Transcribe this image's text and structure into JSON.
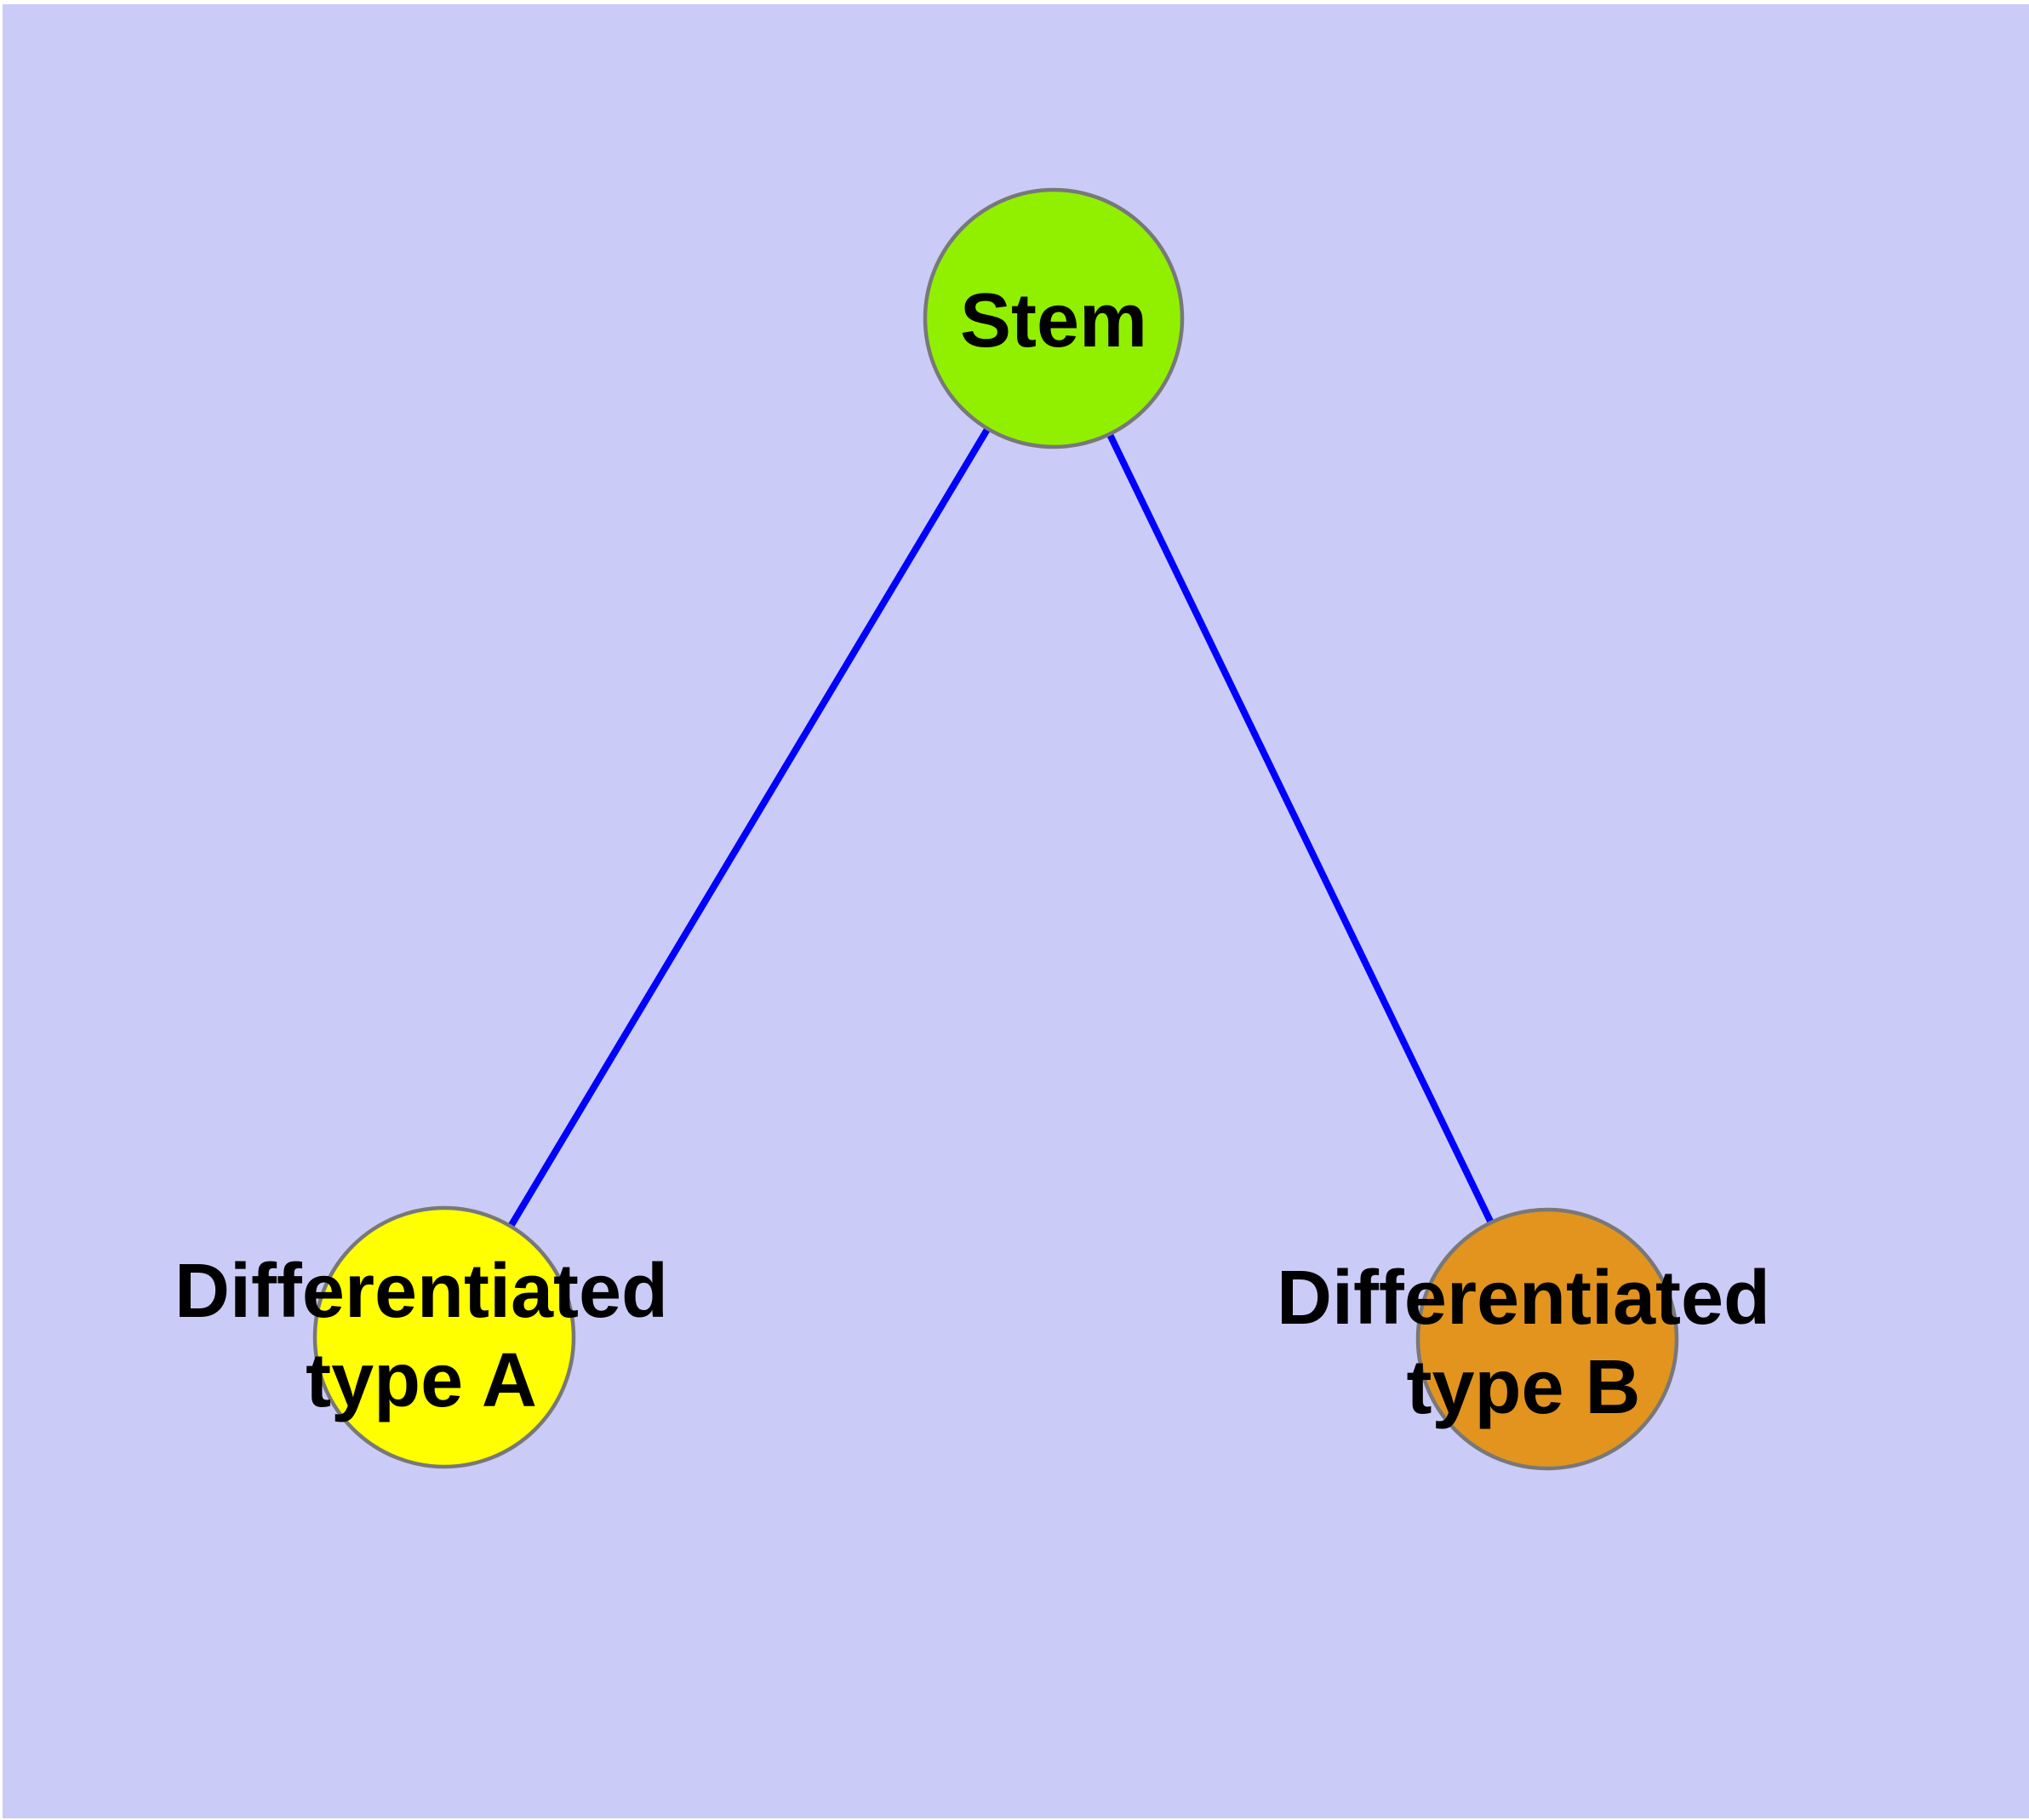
{
  "diagram": {
    "type": "graph",
    "background_color": "#CBCBF7",
    "frame_color": "#FFFFFF",
    "edge_color": "#0000FF",
    "node_border_color": "#787878",
    "label_color": "#000000",
    "nodes": [
      {
        "id": "stem",
        "label": "Stem",
        "color": "#90F000"
      },
      {
        "id": "differentiated-type-a",
        "label_line1": "Differentiated",
        "label_line2": "type A",
        "color": "#FFFF00"
      },
      {
        "id": "differentiated-type-b",
        "label_line1": "Differentiated",
        "label_line2": "type B",
        "color": "#E2941E"
      }
    ],
    "edges": [
      {
        "from": "Stem",
        "to": "Differentiated type A"
      },
      {
        "from": "Stem",
        "to": "Differentiated type B"
      }
    ]
  }
}
